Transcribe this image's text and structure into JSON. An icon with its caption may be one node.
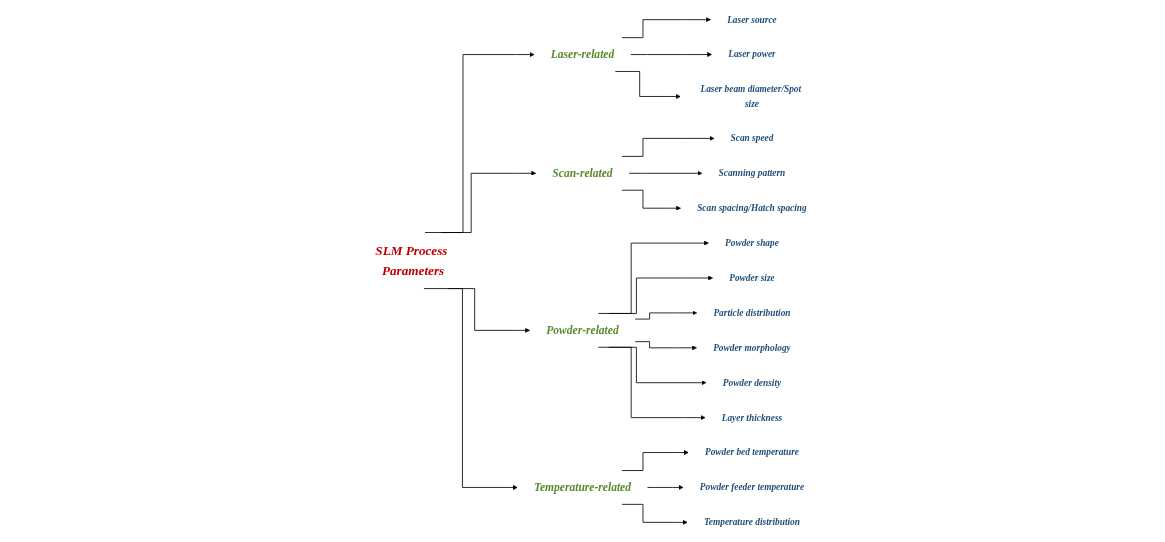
{
  "diagram": {
    "nodes": [
      {
        "text": [
          "SLM Process Parameters"
        ]
      },
      {
        "text": [
          "Laser-related"
        ]
      },
      {
        "text": [
          "Scan-related"
        ]
      },
      {
        "text": [
          "Powder-related"
        ]
      },
      {
        "text": [
          "Temperature-related"
        ]
      },
      {
        "text": [
          "Laser source"
        ]
      },
      {
        "text": [
          "Laser power"
        ]
      },
      {
        "text": [
          "Laser beam diameter/Spot size"
        ]
      },
      {
        "text": [
          "Scan speed"
        ]
      },
      {
        "text": [
          "Scanning pattern"
        ]
      },
      {
        "text": [
          "Scan spacing/Hatch spacing"
        ]
      },
      {
        "text": [
          "Powder shape"
        ]
      },
      {
        "text": [
          "Powder size"
        ]
      },
      {
        "text": [
          "Particle distribution"
        ]
      },
      {
        "text": [
          "Powder morphology"
        ]
      },
      {
        "text": [
          "Powder density"
        ]
      },
      {
        "text": [
          "Layer thickness"
        ]
      },
      {
        "text": [
          "Powder bed temperature"
        ]
      },
      {
        "text": [
          "Powder feeder temperature"
        ]
      },
      {
        "text": [
          "Temperature distribution"
        ]
      }
    ],
    "edges": [
      {
        "from": 0,
        "to": 1,
        "arrow": "to"
      },
      {
        "from": 0,
        "to": 2,
        "arrow": "to"
      },
      {
        "from": 0,
        "to": 3,
        "arrow": "to"
      },
      {
        "from": 0,
        "to": 4,
        "arrow": "to"
      },
      {
        "from": 1,
        "to": 5,
        "arrow": "to"
      },
      {
        "from": 1,
        "to": 6,
        "arrow": "to"
      },
      {
        "from": 1,
        "to": 7,
        "arrow": "to"
      },
      {
        "from": 2,
        "to": 8,
        "arrow": "to"
      },
      {
        "from": 2,
        "to": 9,
        "arrow": "to"
      },
      {
        "from": 2,
        "to": 10,
        "arrow": "to"
      },
      {
        "from": 3,
        "to": 11,
        "arrow": "to"
      },
      {
        "from": 3,
        "to": 12,
        "arrow": "to"
      },
      {
        "from": 3,
        "to": 13,
        "arrow": "to"
      },
      {
        "from": 3,
        "to": 14,
        "arrow": "to"
      },
      {
        "from": 3,
        "to": 15,
        "arrow": "to"
      },
      {
        "from": 3,
        "to": 16,
        "arrow": "to"
      },
      {
        "from": 4,
        "to": 17,
        "arrow": "to"
      },
      {
        "from": 4,
        "to": 18,
        "arrow": "to"
      },
      {
        "from": 4,
        "to": 19,
        "arrow": "to"
      }
    ]
  }
}
